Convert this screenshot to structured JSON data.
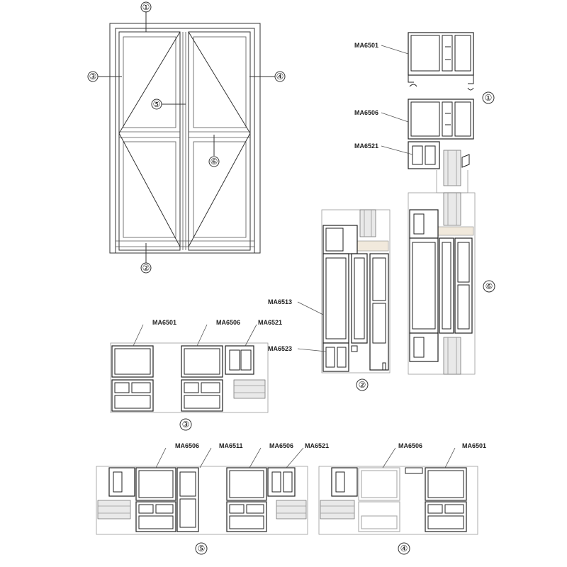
{
  "drawing": {
    "markers": {
      "m1": "①",
      "m2": "②",
      "m3": "③",
      "m4": "④",
      "m5": "⑤",
      "m6": "⑥"
    },
    "profiles": {
      "ma6501": "MA6501",
      "ma6506": "MA6506",
      "ma6521": "MA6521",
      "ma6513": "MA6513",
      "ma6523": "MA6523",
      "ma6511": "MA6511"
    }
  }
}
